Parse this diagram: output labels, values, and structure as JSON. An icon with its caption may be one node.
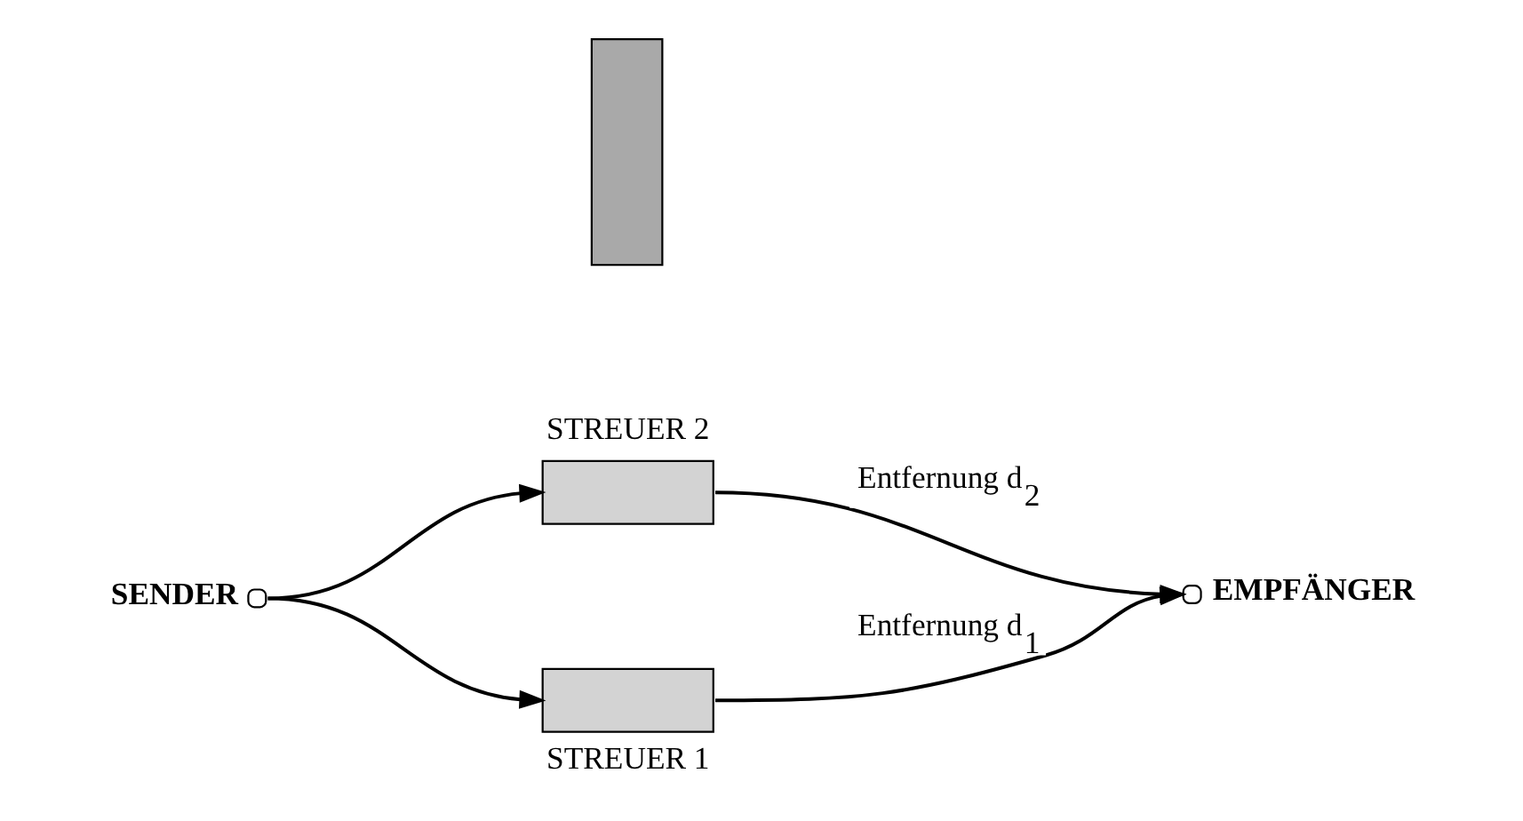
{
  "diagram": {
    "nodes": [
      {
        "text": [],
        "shape": "circle",
        "beside": [
          "SENDER"
        ]
      },
      {
        "text": [],
        "shape": "box",
        "beside": [
          "STREUER 2"
        ]
      },
      {
        "text": [],
        "shape": "box"
      },
      {
        "text": [],
        "shape": "box",
        "beside": [
          "STREUER 1"
        ]
      },
      {
        "text": [],
        "shape": "circle",
        "beside": [
          "EMPFÄNGER"
        ]
      }
    ],
    "edges": [
      {
        "from": 0,
        "to": 1,
        "arrow": "to"
      },
      {
        "from": 1,
        "to": 4,
        "arrow": "to",
        "label": "Entfernung d$_{2}$"
      },
      {
        "from": 0,
        "to": 3,
        "arrow": "to"
      },
      {
        "from": 3,
        "to": 4,
        "arrow": "to",
        "label": "Entfernung d$_{1}$"
      }
    ]
  }
}
